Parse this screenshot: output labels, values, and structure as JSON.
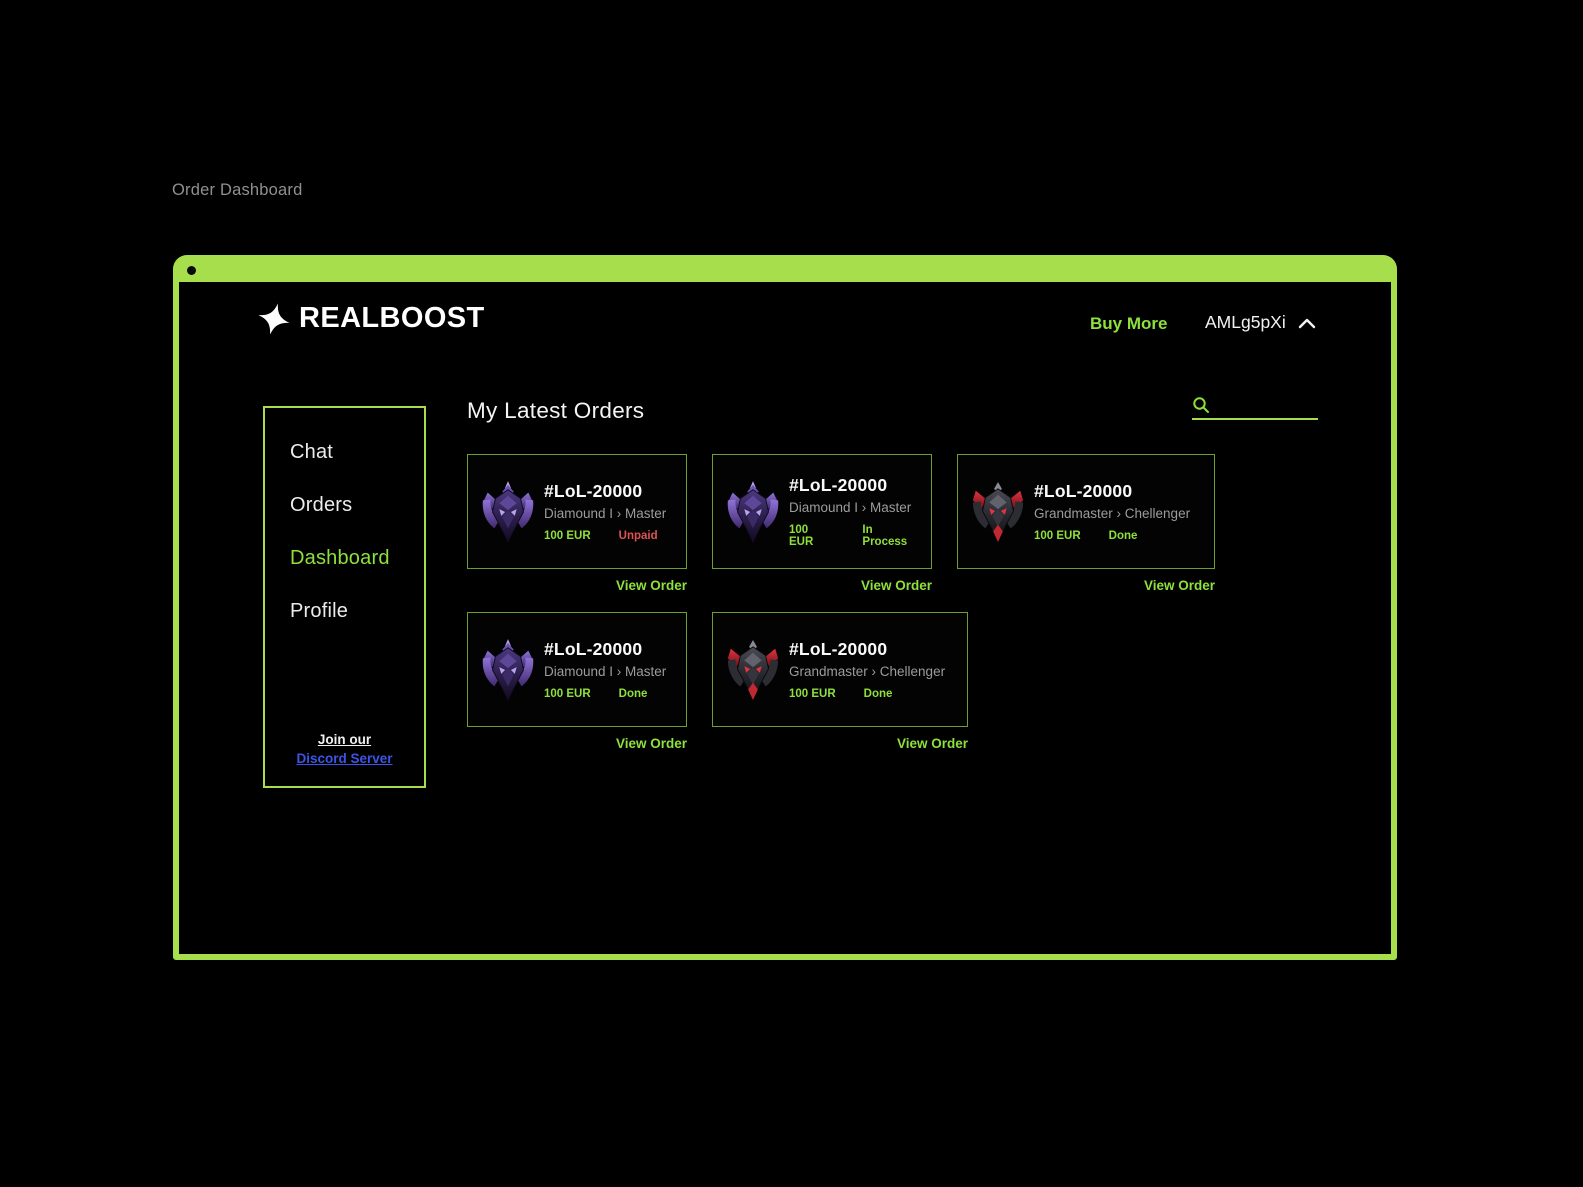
{
  "page": {
    "title": "Order Dashboard"
  },
  "window": {
    "brand": "REALBOOST",
    "nav": {
      "buy_more": "Buy More",
      "account": "AMLg5pXi"
    }
  },
  "sidebar": {
    "items": [
      {
        "label": "Chat",
        "active": false
      },
      {
        "label": "Orders",
        "active": false
      },
      {
        "label": "Dashboard",
        "active": true
      },
      {
        "label": "Profile",
        "active": false
      }
    ],
    "footer": {
      "line1": "Join our",
      "line2": "Discord Server"
    }
  },
  "orders": {
    "heading": "My Latest Orders",
    "view_order_label": "View Order",
    "search_value": "",
    "cards": [
      {
        "id": "#LoL-20000",
        "rank": "Diamound I › Master",
        "price": "100 EUR",
        "status": "Unpaid",
        "status_color": "#e05252",
        "icon": "diamond"
      },
      {
        "id": "#LoL-20000",
        "rank": "Diamound I › Master",
        "price": "100 EUR",
        "status": "In Process",
        "status_color": "#8ee03c",
        "icon": "diamond"
      },
      {
        "id": "#LoL-20000",
        "rank": "Grandmaster › Chellenger",
        "price": "100 EUR",
        "status": "Done",
        "status_color": "#8ee03c",
        "icon": "grandmaster"
      },
      {
        "id": "#LoL-20000",
        "rank": "Diamound I › Master",
        "price": "100 EUR",
        "status": "Done",
        "status_color": "#8ee03c",
        "icon": "diamond"
      },
      {
        "id": "#LoL-20000",
        "rank": "Grandmaster › Chellenger",
        "price": "100 EUR",
        "status": "Done",
        "status_color": "#8ee03c",
        "icon": "grandmaster"
      }
    ]
  },
  "colors": {
    "accent_lime": "#a6de4c",
    "green_text": "#8ee03c",
    "card_border": "#6f9e2e",
    "status_unpaid": "#e05252",
    "status_done": "#8ee03c",
    "discord_blue": "#3c55e6",
    "muted_text": "#9c9c9c"
  }
}
